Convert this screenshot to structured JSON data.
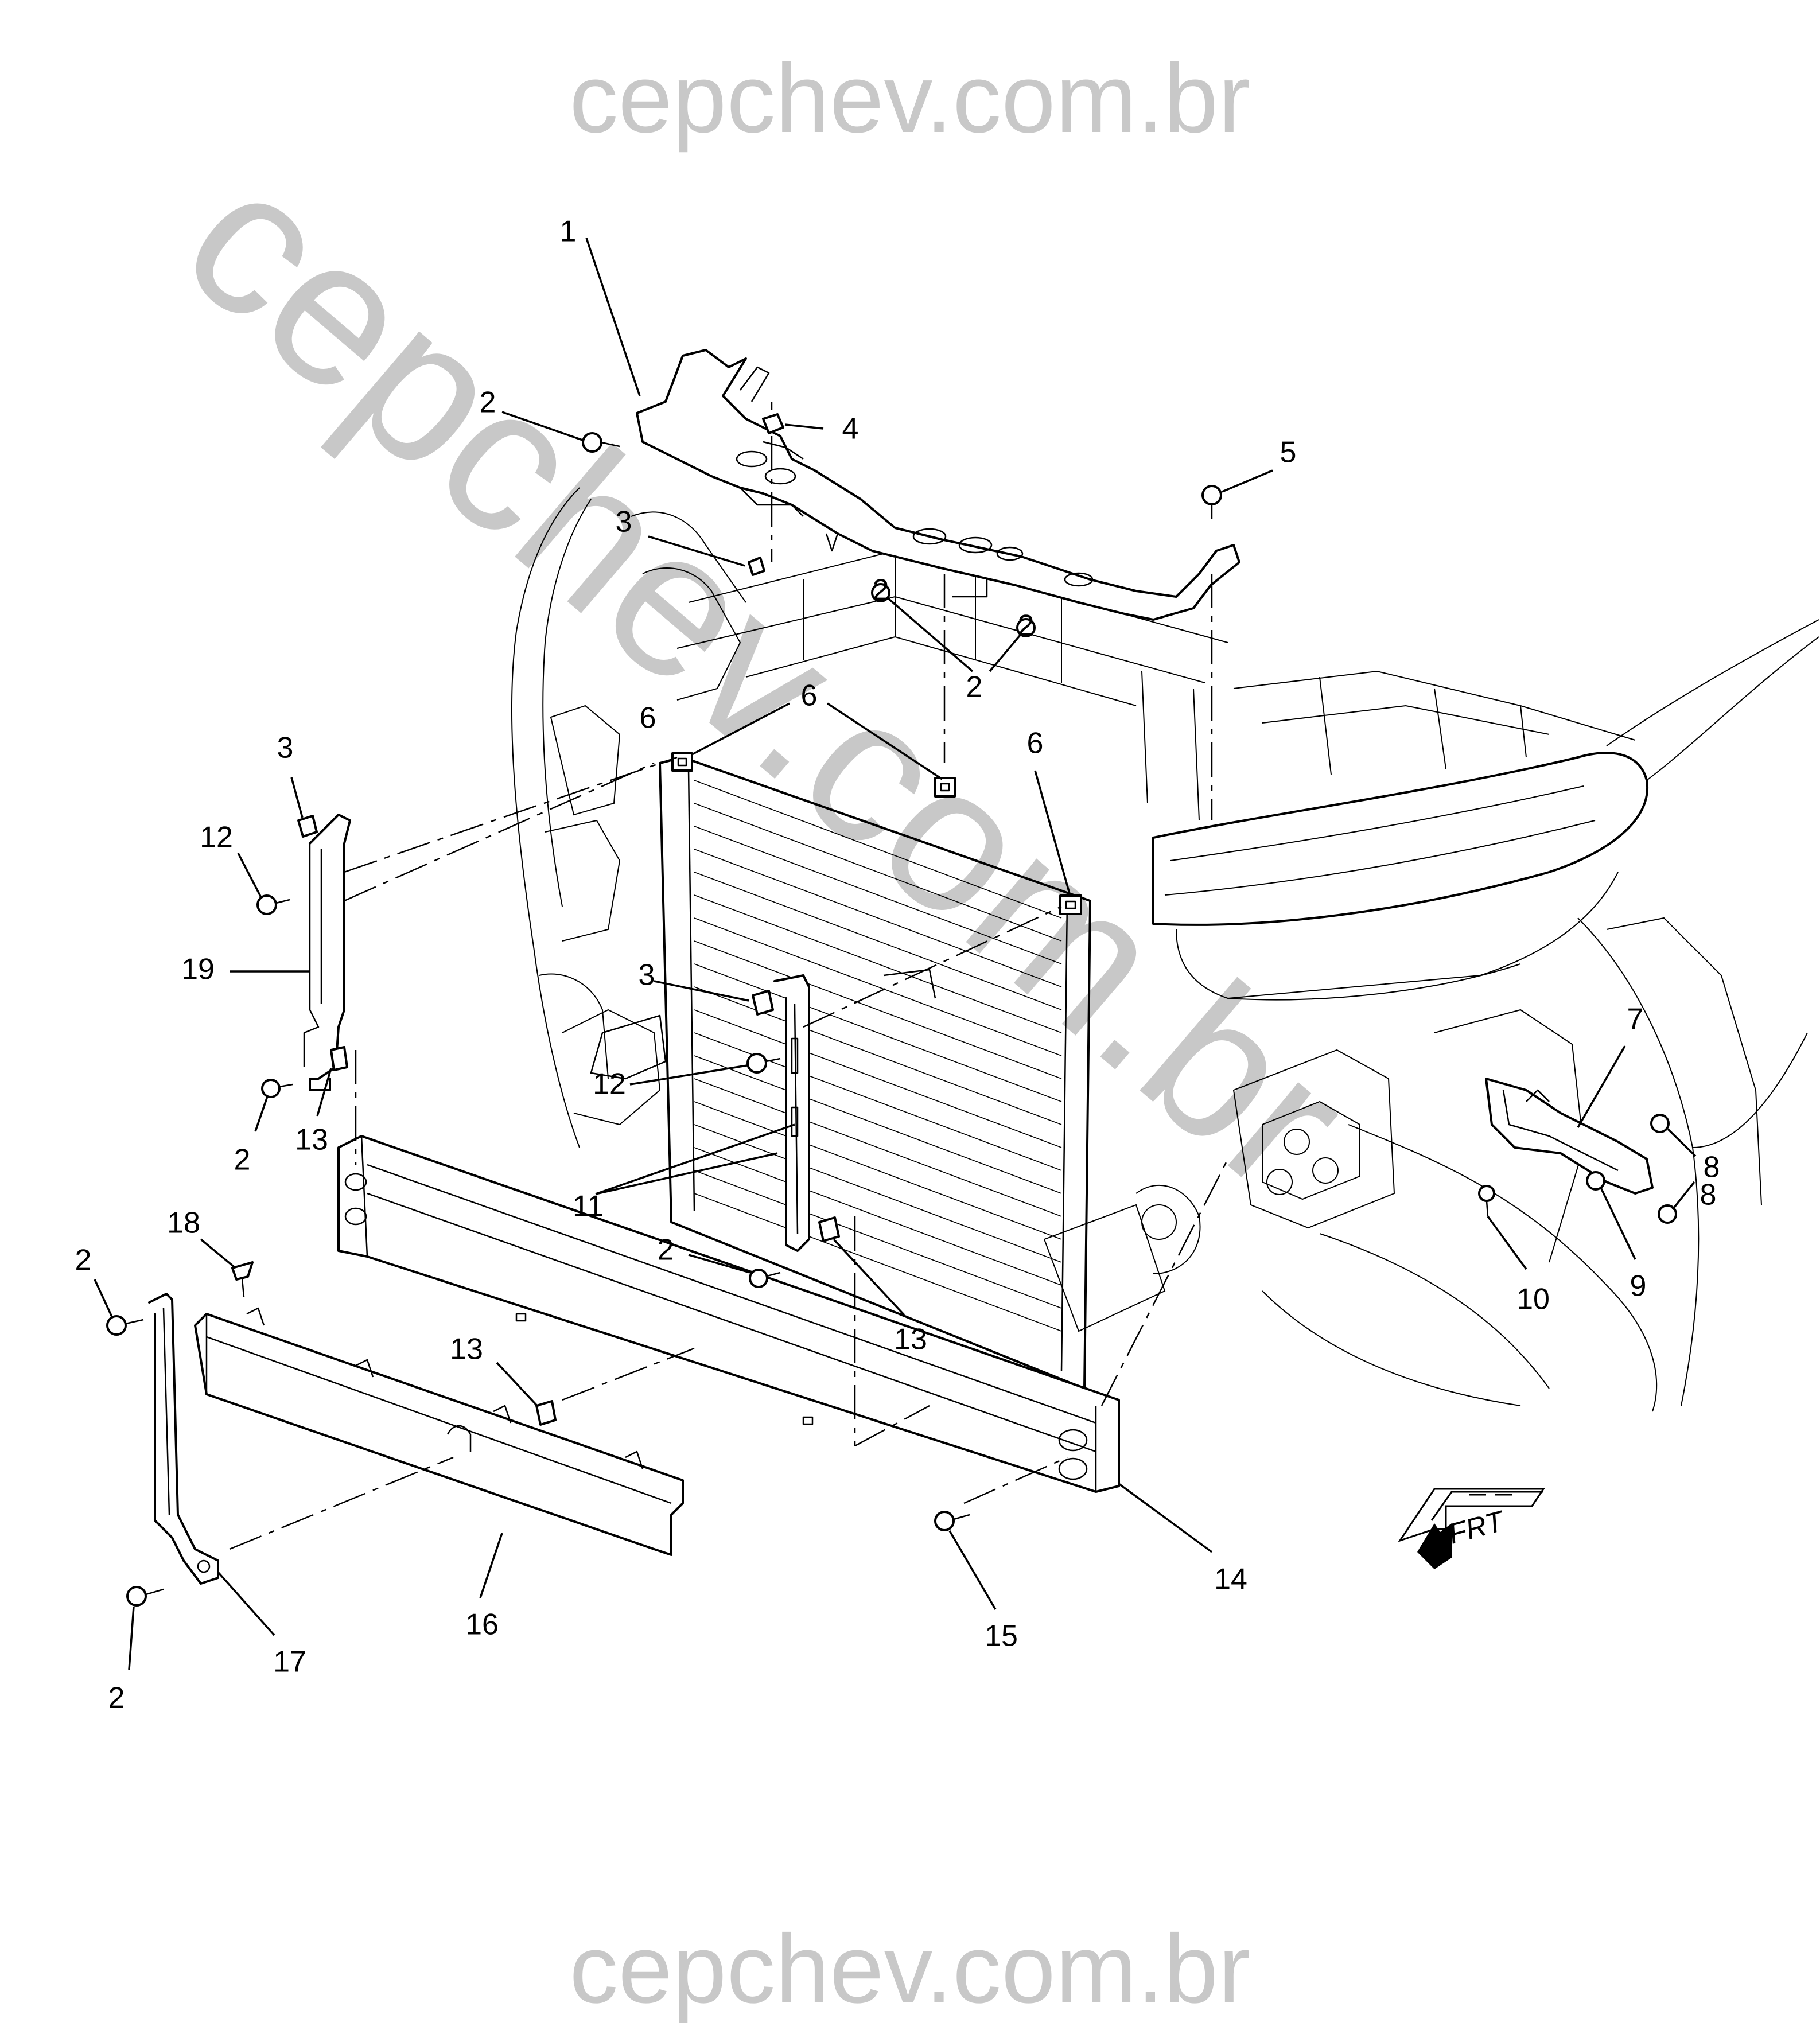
{
  "watermark": {
    "top_text": "cepchev.com.br",
    "bottom_text": "cepchev.com.br",
    "diagonal_text": "cepchev.com.br",
    "color": "#c8c8c8"
  },
  "front_arrow": {
    "label": "FRT"
  },
  "callouts": [
    "1",
    "2",
    "2",
    "4",
    "5",
    "3",
    "2",
    "2",
    "6",
    "6",
    "3",
    "12",
    "19",
    "6",
    "3",
    "12",
    "2",
    "13",
    "11",
    "2",
    "13",
    "7",
    "8",
    "10",
    "9",
    "18",
    "2",
    "13",
    "14",
    "16",
    "15",
    "2",
    "17",
    "8"
  ]
}
